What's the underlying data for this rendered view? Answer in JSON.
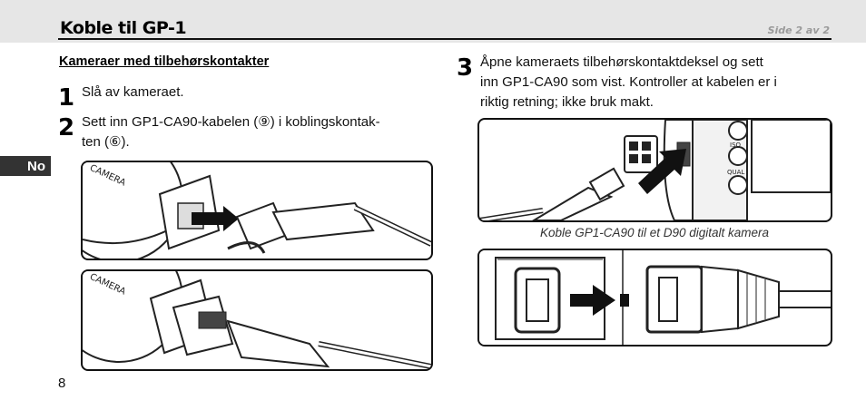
{
  "header": {
    "title": "Koble til GP-1",
    "page_indicator": "Side 2 av 2"
  },
  "language_tab": "No",
  "section": {
    "heading": "Kameraer med tilbehørskontakter"
  },
  "steps": [
    {
      "number": "1",
      "text": "Slå av kameraet."
    },
    {
      "number": "2",
      "text_line1": "Sett inn GP1-CA90-kabelen (⑨) i koblingskontak-",
      "text_line2": "ten (⑥)."
    },
    {
      "number": "3",
      "text_line1": "Åpne kameraets tilbehørskontaktdeksel og sett",
      "text_line2": "inn GP1-CA90 som vist. Kontroller at kabelen er i",
      "text_line3": "riktig retning; ikke bruk makt."
    }
  ],
  "figures": {
    "camera_label": "CAMERA",
    "button_labels": [
      "ISO",
      "QUAL"
    ],
    "caption": "Koble GP1-CA90 til et D90 digitalt kamera"
  },
  "footer": {
    "page_number": "8"
  }
}
